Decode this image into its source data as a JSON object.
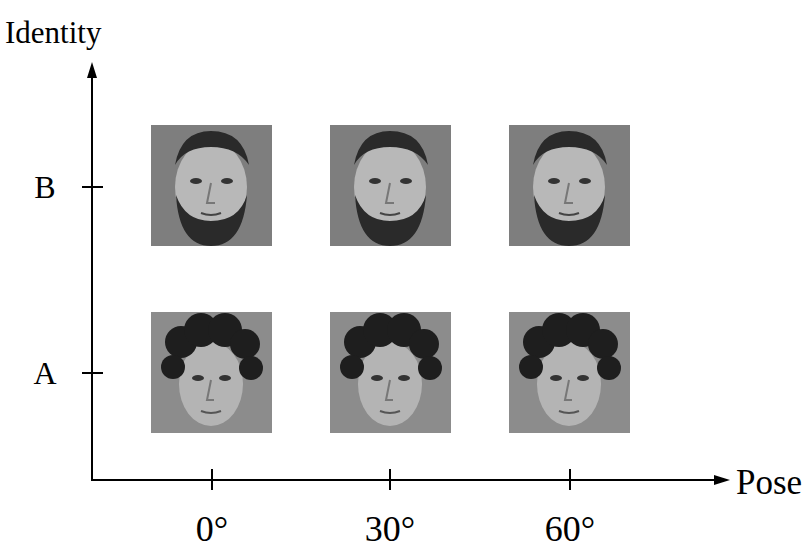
{
  "diagram": {
    "labels": [
      "Identity",
      "B",
      "A",
      "Pose",
      "0°",
      "30°",
      "60°"
    ]
  }
}
